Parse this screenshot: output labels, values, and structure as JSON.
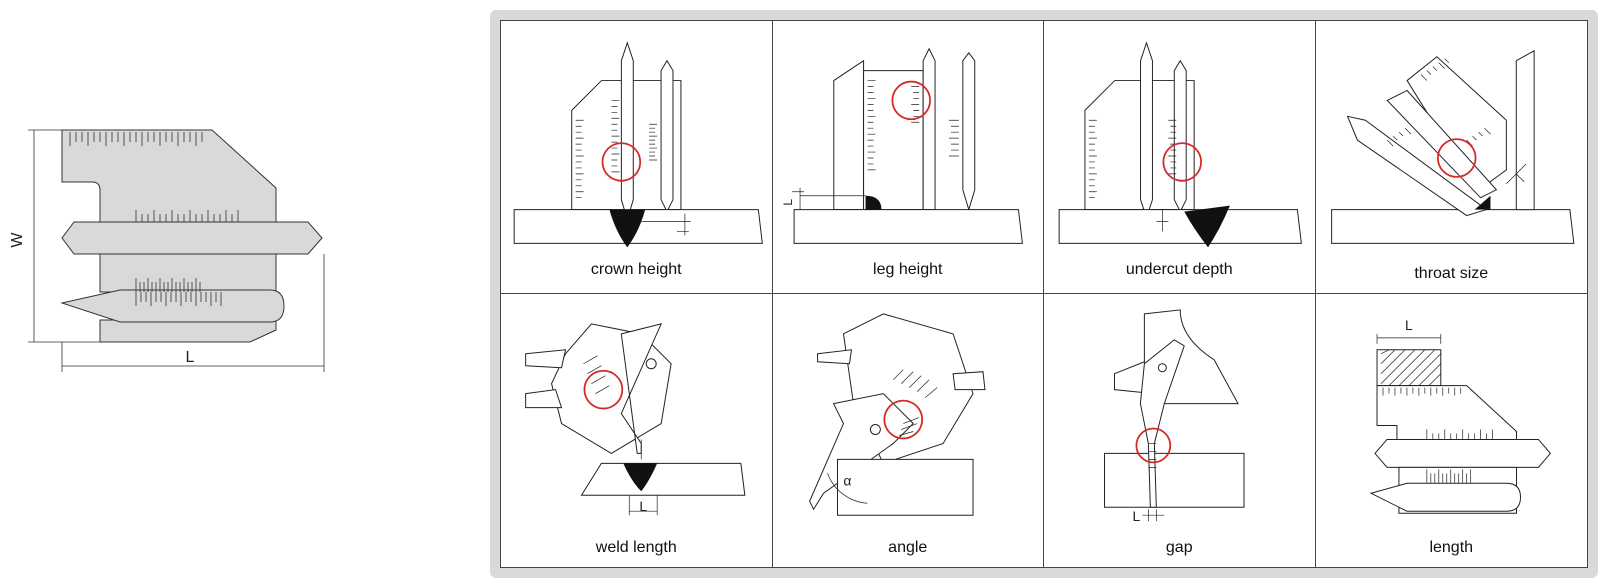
{
  "gauge_diagram": {
    "width_label": "W",
    "length_label": "L"
  },
  "panels": [
    {
      "caption": "crown height",
      "icon": "crown-height-measurement"
    },
    {
      "caption": "leg height",
      "icon": "leg-height-measurement"
    },
    {
      "caption": "undercut depth",
      "icon": "undercut-depth-measurement"
    },
    {
      "caption": "throat size",
      "icon": "throat-size-measurement"
    },
    {
      "caption": "weld length",
      "icon": "weld-length-measurement"
    },
    {
      "caption": "angle",
      "icon": "angle-measurement"
    },
    {
      "caption": "gap",
      "icon": "gap-measurement"
    },
    {
      "caption": "length",
      "icon": "length-measurement"
    }
  ],
  "dimension_labels": {
    "L": "L",
    "alpha": "α"
  },
  "colors": {
    "highlight_circle": "#d62a2a",
    "frame": "#d9d9d9",
    "gauge_fill": "#d9d9d9",
    "weld_fill": "#111111"
  }
}
